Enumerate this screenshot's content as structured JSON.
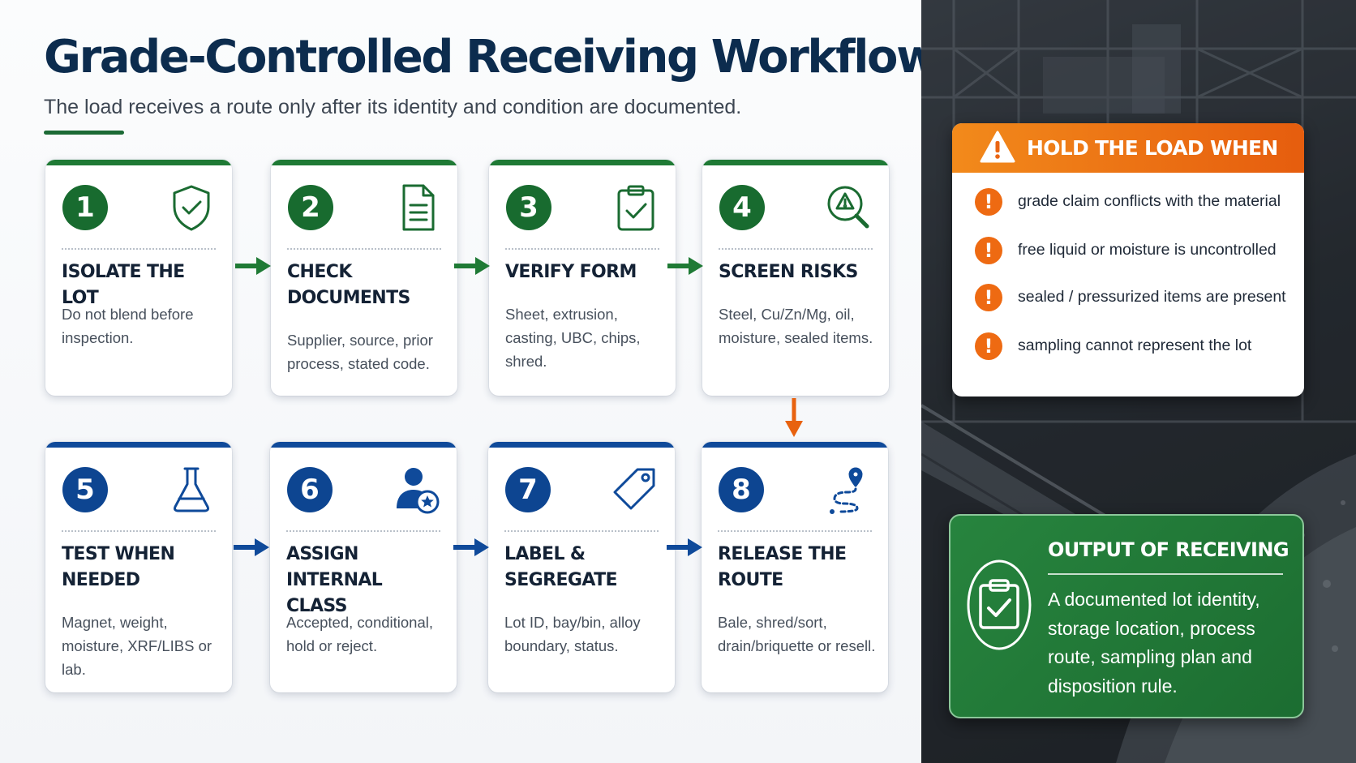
{
  "header": {
    "title": "Grade-Controlled Receiving Workflow",
    "subtitle": "The load receives a route only after its identity and condition are documented."
  },
  "colors": {
    "green_accent": "#1f7a35",
    "blue_accent": "#0f4a9a",
    "orange_alert": "#e8620f",
    "output_panel": "#1f7436"
  },
  "steps": [
    {
      "number": "1",
      "title": "Isolate the lot",
      "description": "Do not blend before inspection.",
      "icon": "shield-check-icon"
    },
    {
      "number": "2",
      "title": "Check\ndocuments",
      "description": "Supplier, source, prior process, stated code.",
      "icon": "document-icon"
    },
    {
      "number": "3",
      "title": "Verify form",
      "description": "Sheet, extrusion, casting, UBC, chips, shred.",
      "icon": "clipboard-check-icon"
    },
    {
      "number": "4",
      "title": "Screen risks",
      "description": "Steel, Cu/Zn/Mg, oil, moisture, sealed items.",
      "icon": "magnifier-warning-icon"
    },
    {
      "number": "5",
      "title": "Test when\nneeded",
      "description": "Magnet, weight, moisture, XRF/LIBS or lab.",
      "icon": "flask-icon"
    },
    {
      "number": "6",
      "title": "Assign internal\nclass",
      "description": "Accepted, conditional, hold or reject.",
      "icon": "user-badge-icon"
    },
    {
      "number": "7",
      "title": "Label &\nsegregate",
      "description": "Lot ID, bay/bin, alloy boundary, status.",
      "icon": "tag-icon"
    },
    {
      "number": "8",
      "title": "Release the\nroute",
      "description": "Bale, shred/sort, drain/briquette or resell.",
      "icon": "route-pin-icon"
    }
  ],
  "hold": {
    "title": "HOLD THE LOAD WHEN",
    "icon": "warning-triangle-icon",
    "items": [
      "grade claim conflicts with the material",
      "free liquid or moisture is uncontrolled",
      "sealed / pressurized items are present",
      "sampling cannot represent the lot"
    ]
  },
  "output": {
    "title": "OUTPUT OF RECEIVING",
    "icon": "clipboard-check-icon",
    "text": "A documented lot identity, storage location, process route, sampling plan and disposition rule."
  }
}
